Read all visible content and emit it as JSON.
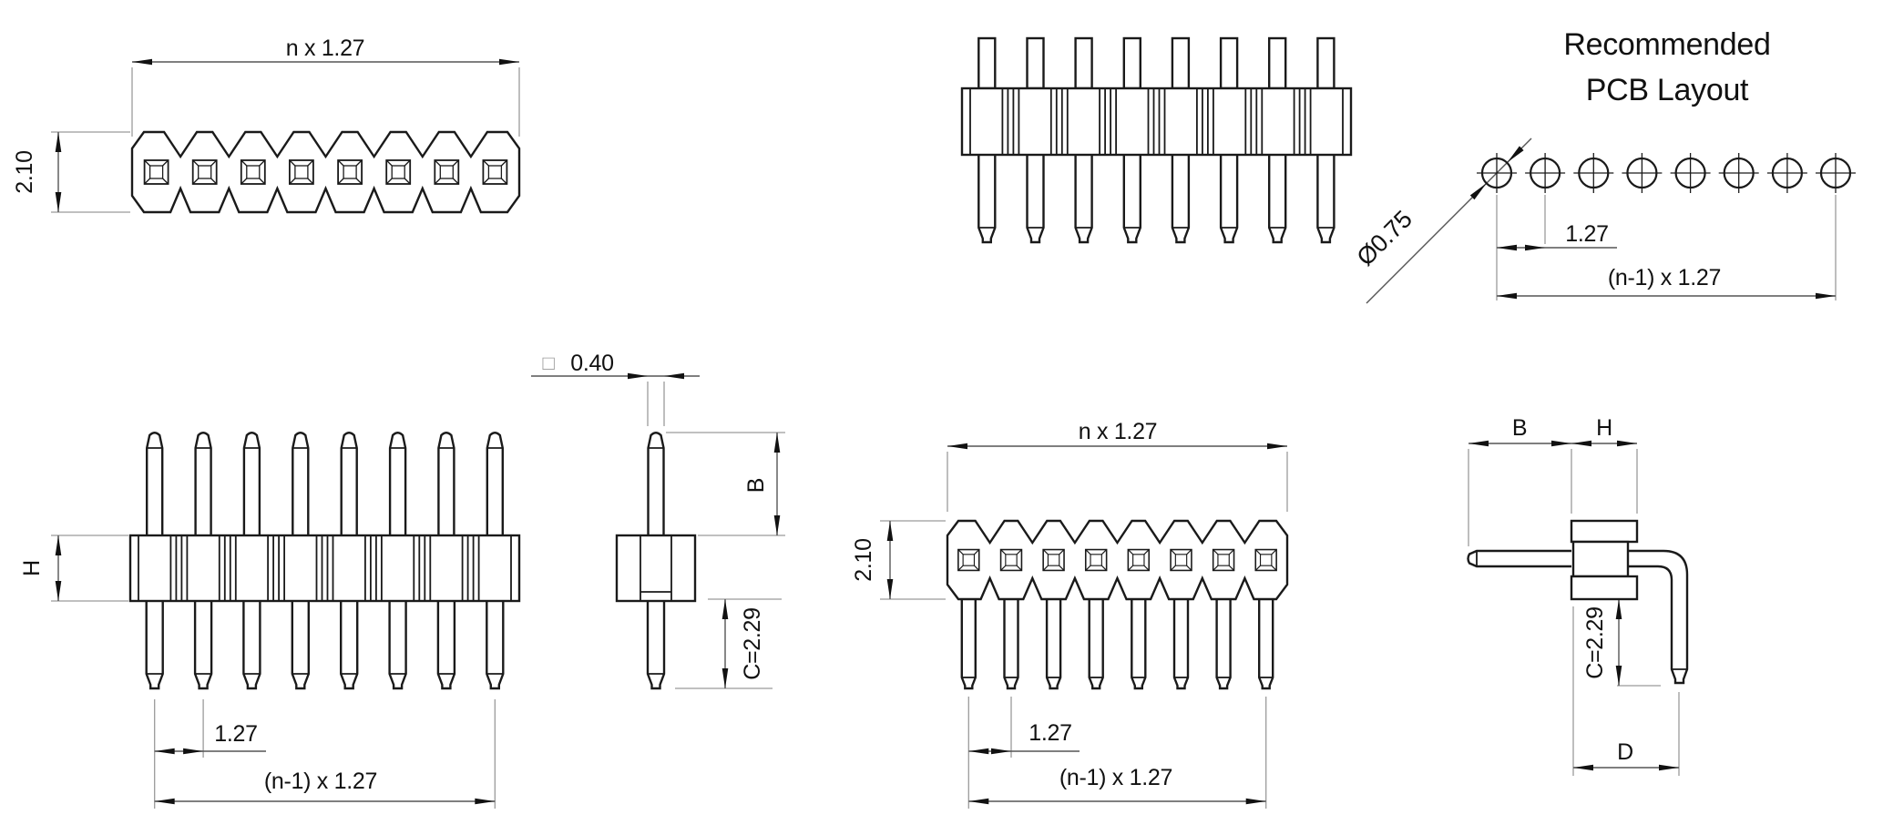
{
  "views": {
    "top_view_a": {
      "total_width_label": "n x 1.27",
      "depth_label": "2.10",
      "pin_count": 8
    },
    "front_view_a": {
      "pin_count": 8
    },
    "pcb_layout": {
      "title_line1": "Recommended",
      "title_line2": "PCB Layout",
      "hole_diameter_label": "Ø0.75",
      "pitch_label": "1.27",
      "span_label": "(n-1) x 1.27",
      "hole_count": 8
    },
    "front_view_b": {
      "height_label": "H",
      "pitch_label": "1.27",
      "span_label": "(n-1) x 1.27",
      "pin_count": 8
    },
    "side_view": {
      "square_symbol": "□",
      "pin_width_label": "0.40",
      "upper_pin_label": "B",
      "tail_label": "C=2.29"
    },
    "top_view_b": {
      "total_width_label": "n x 1.27",
      "depth_label": "2.10",
      "pitch_label": "1.27",
      "span_label": "(n-1) x 1.27",
      "pin_count": 8
    },
    "right_angle_view": {
      "upper_pin_label": "B",
      "height_label": "H",
      "tail_label": "C=2.29",
      "depth_label": "D"
    }
  }
}
